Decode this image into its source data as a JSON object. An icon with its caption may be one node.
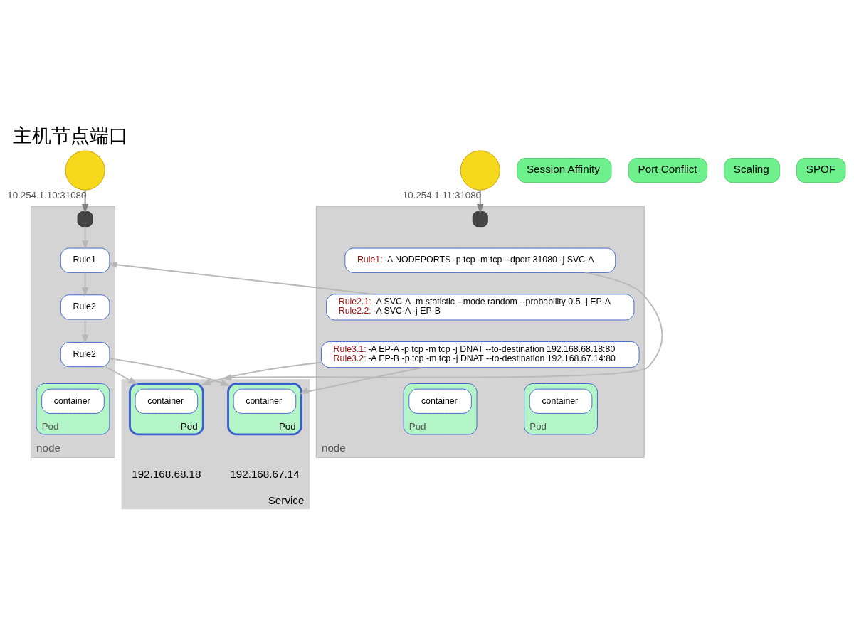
{
  "diagram": {
    "title": "主机节点端口",
    "nodes": [
      {
        "text": [],
        "shape": "circle"
      },
      {
        "text": [
          "Session Affinity"
        ]
      },
      {
        "text": [
          "Port Conflict"
        ]
      },
      {
        "text": [
          "node"
        ]
      },
      {
        "text": [],
        "shape": "box",
        "in": 3
      },
      {
        "text": [
          "Rule1"
        ],
        "in": 3
      },
      {
        "text": [
          "Rule2"
        ],
        "in": 3
      },
      {
        "text": [
          "Rule2"
        ],
        "in": 3
      },
      {
        "text": [
          "Pod"
        ],
        "in": 3
      },
      {
        "text": [
          "container"
        ],
        "in": 8
      },
      {
        "text": [
          "Service"
        ]
      },
      {
        "text": [
          "Pod"
        ],
        "in": 10
      },
      {
        "text": [
          "container"
        ],
        "in": 11
      },
      {
        "text": [],
        "shape": "circle"
      },
      {
        "text": [
          "Scaling"
        ]
      },
      {
        "text": [
          "SPOF"
        ]
      },
      {
        "text": [
          "node"
        ]
      },
      {
        "text": [],
        "shape": "box",
        "in": 16
      },
      {
        "text": [
          "Rule1: -A NODEPORTS -p tcp -m tcp --dport 31080 -j SVC-A"
        ],
        "in": 16
      },
      {
        "text": [
          "Rule2.1: -A SVC-A -m statistic --mode random --probability 0.5 -j EP-A",
          "Rule2.2: -A SVC-A -j EP-B"
        ],
        "in": 16
      },
      {
        "text": [
          "Rule3.1: -A EP-A -p tcp -m tcp -j DNAT --to-destination 192.168.68.18:80",
          "Rule3.2: -A EP-B -p tcp -m tcp -j DNAT --to-destination 192.168.67.14:80"
        ],
        "in": 16
      },
      {
        "text": [
          "Pod"
        ],
        "in": 10
      },
      {
        "text": [
          "container"
        ],
        "in": 21
      },
      {
        "text": [
          "Pod"
        ],
        "in": 16
      },
      {
        "text": [
          "container"
        ],
        "in": 23
      },
      {
        "text": [
          "Pod"
        ],
        "in": 16
      },
      {
        "text": [
          "container"
        ],
        "in": 25
      }
    ],
    "edges": [
      {
        "from": 0,
        "to": 4,
        "arrow": "to",
        "label": "10.254.1.10:31080",
        "color": "#808080"
      },
      {
        "from": 4,
        "to": 5,
        "arrow": "to"
      },
      {
        "from": 5,
        "to": 6,
        "arrow": "to"
      },
      {
        "from": 6,
        "to": 7,
        "arrow": "to"
      },
      {
        "from": 7,
        "to": 11,
        "arrow": "to"
      },
      {
        "from": 7,
        "to": 21,
        "arrow": "to"
      },
      {
        "from": 13,
        "to": 17,
        "arrow": "to",
        "label": "10.254.1.11:31080",
        "color": "#808080"
      },
      {
        "from": 19,
        "to": 5,
        "arrow": "to"
      },
      {
        "from": 18,
        "to": 10,
        "arrow": "to"
      },
      {
        "from": 20,
        "to": 11,
        "arrow": "to"
      },
      {
        "from": 20,
        "to": 21,
        "arrow": "to"
      }
    ],
    "labels": [
      "192.168.68.18",
      "192.168.67.14"
    ]
  }
}
